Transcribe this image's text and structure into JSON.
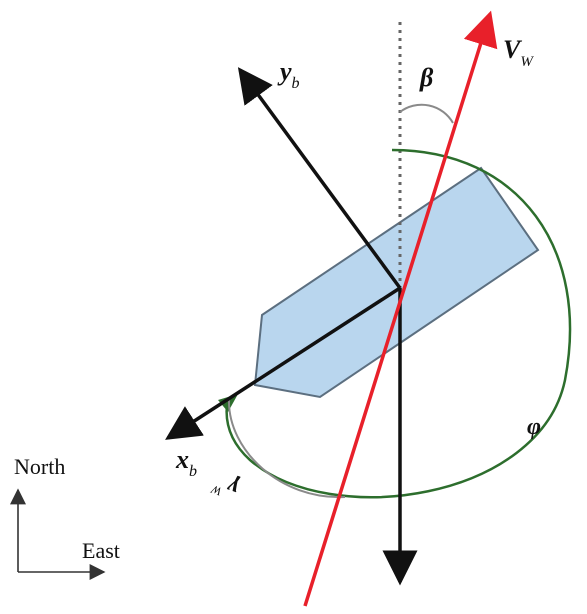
{
  "labels": {
    "yb_main": "y",
    "yb_sub": "b",
    "xb_main": "x",
    "xb_sub": "b",
    "vw_main": "V",
    "vw_sub": "W",
    "beta": "β",
    "phi": "φ",
    "gamma_main": "γ",
    "gamma_sub": "W",
    "north": "North",
    "east": "East"
  },
  "colors": {
    "hull_fill": "#b9d6ee",
    "hull_stroke": "#5c6f80",
    "wind_vector": "#e8202a",
    "arc_phi": "#2d6e2d",
    "arc_gray": "#8a8a8a",
    "axes": "#111111",
    "dotted_ref": "#666666"
  }
}
